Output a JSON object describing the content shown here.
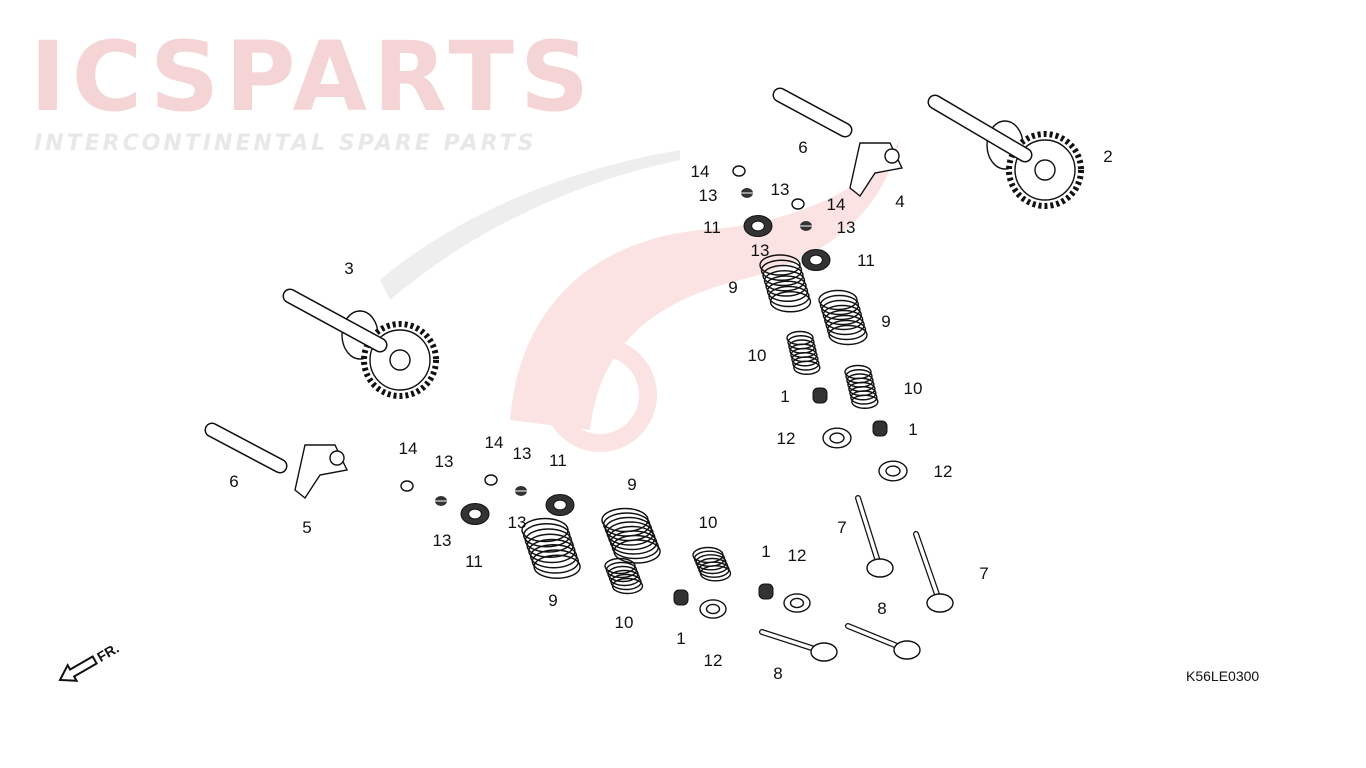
{
  "diagram": {
    "code": "K56LE0300",
    "front_marker": "FR.",
    "watermark": {
      "brand": "ICSPARTS",
      "tagline": "INTERCONTINENTAL SPARE PARTS"
    },
    "callouts": [
      "14",
      "13",
      "13",
      "14",
      "11",
      "13",
      "13",
      "11",
      "9",
      "9",
      "10",
      "10",
      "1",
      "1",
      "12",
      "12",
      "6",
      "4",
      "2",
      "3",
      "6",
      "5",
      "14",
      "14",
      "13",
      "13",
      "13",
      "13",
      "11",
      "11",
      "9",
      "9",
      "10",
      "10",
      "1",
      "12",
      "1",
      "12",
      "7",
      "7",
      "8",
      "8"
    ],
    "colors": {
      "watermark_red": "#f4d4d4",
      "ink": "#111111"
    }
  }
}
